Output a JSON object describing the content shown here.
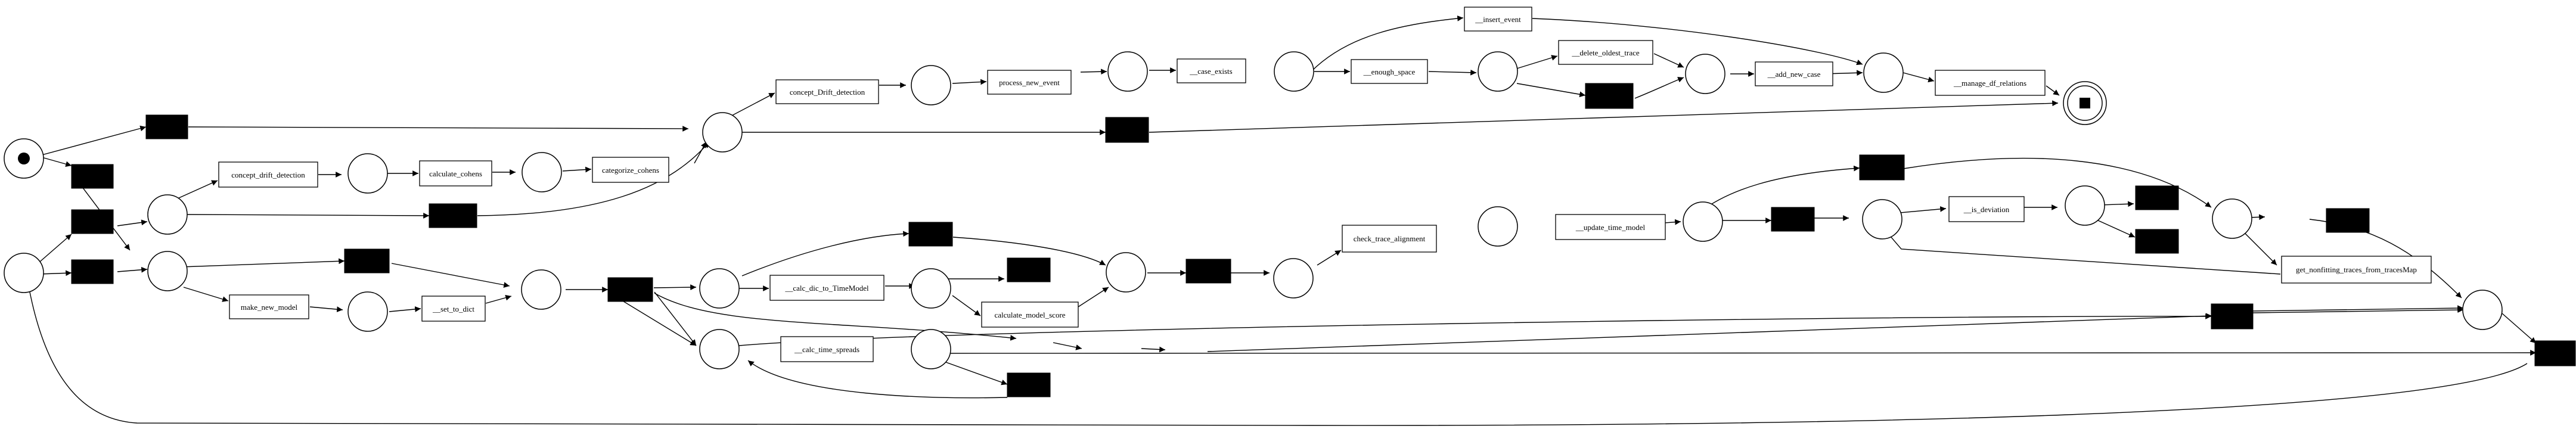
{
  "diagram": {
    "type": "petri-net",
    "colors": {
      "stroke": "#000000",
      "fill": "#ffffff",
      "silent_transition": "#000000"
    },
    "transitions": [
      {
        "id": "t_insert_event",
        "label": "__insert_event"
      },
      {
        "id": "t_concept_drift_detection_main",
        "label": "concept_Drift_detection"
      },
      {
        "id": "t_process_new_event",
        "label": "process_new_event"
      },
      {
        "id": "t_case_exists",
        "label": "__case_exists"
      },
      {
        "id": "t_enough_space",
        "label": "__enough_space"
      },
      {
        "id": "t_delete_oldest_trace",
        "label": "__delete_oldest_trace"
      },
      {
        "id": "t_add_new_case",
        "label": "__add_new_case"
      },
      {
        "id": "t_manage_df_relations",
        "label": "__manage_df_relations"
      },
      {
        "id": "t_concept_drift_detection",
        "label": "concept_drift_detection"
      },
      {
        "id": "t_calculate_cohens",
        "label": "calculate_cohens"
      },
      {
        "id": "t_categorize_cohens",
        "label": "categorize_cohens"
      },
      {
        "id": "t_make_new_model",
        "label": "make_new_model"
      },
      {
        "id": "t_set_to_dict",
        "label": "__set_to_dict"
      },
      {
        "id": "t_calc_dic_to_timemodel",
        "label": "__calc_dic_to_TimeModel"
      },
      {
        "id": "t_calculate_model_score",
        "label": "calculate_model_score"
      },
      {
        "id": "t_calc_time_spreads",
        "label": "__calc_time_spreads"
      },
      {
        "id": "t_check_trace_alignment",
        "label": "check_trace_alignment"
      },
      {
        "id": "t_update_time_model",
        "label": "__update_time_model"
      },
      {
        "id": "t_is_deviation",
        "label": "__is_deviation"
      },
      {
        "id": "t_get_nonfitting_traces",
        "label": "get_nonfitting_traces_from_tracesMap"
      }
    ]
  }
}
